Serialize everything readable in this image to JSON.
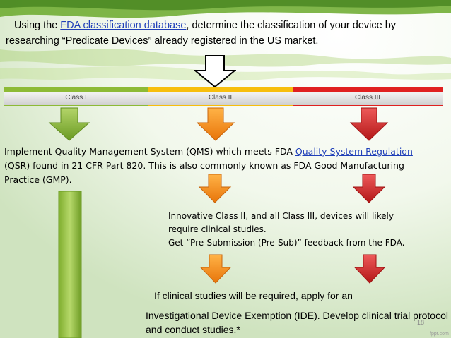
{
  "intro": {
    "prefix": "Using the ",
    "link": "FDA classification database",
    "suffix": ", determine the classification of your device by",
    "line2": "researching “Predicate Devices” already registered in the US market."
  },
  "classes": {
    "class1": "Class I",
    "class2": "Class II",
    "class3": "Class III"
  },
  "colors": {
    "green": "#8dba36",
    "orange": "#f7931e",
    "red": "#d62b2b",
    "link": "#1f3fb8"
  },
  "qms": {
    "prefix": "Implement Quality Management System (QMS) which meets FDA ",
    "link": "Quality System Regulation",
    "rest": "(QSR) found in 21 CFR Part 820. This is also commonly known as FDA Good Manufacturing Practice (GMP)."
  },
  "clinical": {
    "line1": "Innovative Class II, and all Class III, devices will likely require clinical studies.",
    "line2": "Get “Pre-Submission (Pre-Sub)” feedback from the FDA."
  },
  "ide": {
    "line1": "If clinical studies will be required, apply for an",
    "line2": "Investigational Device Exemption (IDE). Develop clinical trial protocol and conduct studies.*"
  },
  "footer": {
    "page_number": "18",
    "brand": "fppt.com"
  }
}
